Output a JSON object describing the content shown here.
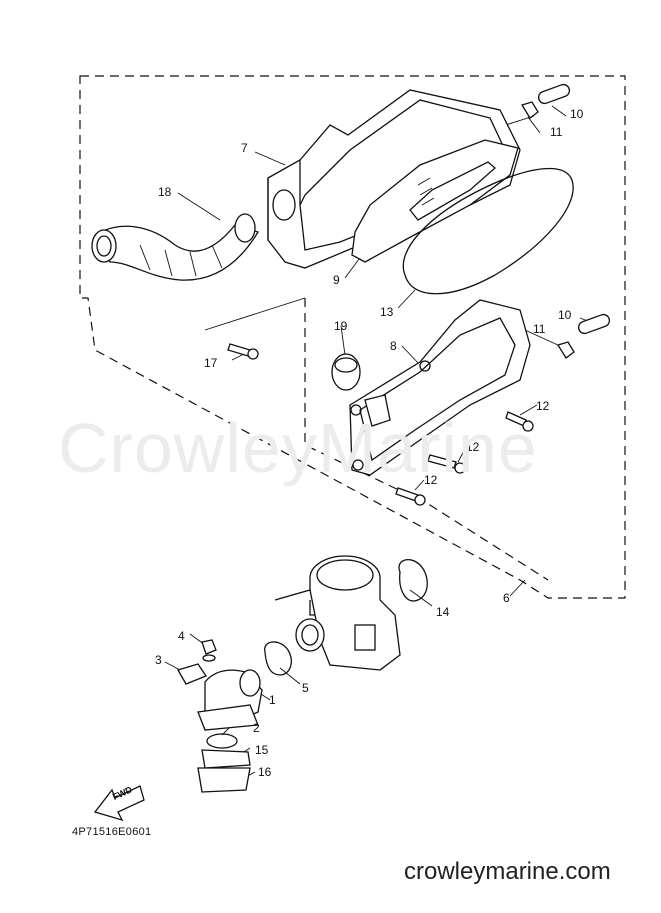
{
  "parts": [
    {
      "id": "p1",
      "label": "1"
    },
    {
      "id": "p2",
      "label": "2"
    },
    {
      "id": "p3",
      "label": "3"
    },
    {
      "id": "p4",
      "label": "4"
    },
    {
      "id": "p5",
      "label": "5"
    },
    {
      "id": "p6",
      "label": "6"
    },
    {
      "id": "p7",
      "label": "7"
    },
    {
      "id": "p8",
      "label": "8"
    },
    {
      "id": "p9",
      "label": "9"
    },
    {
      "id": "p10a",
      "label": "10"
    },
    {
      "id": "p10b",
      "label": "10"
    },
    {
      "id": "p11a",
      "label": "11"
    },
    {
      "id": "p11b",
      "label": "11"
    },
    {
      "id": "p12a",
      "label": "12"
    },
    {
      "id": "p12b",
      "label": "12"
    },
    {
      "id": "p12c",
      "label": "12"
    },
    {
      "id": "p13",
      "label": "13"
    },
    {
      "id": "p14",
      "label": "14"
    },
    {
      "id": "p15",
      "label": "15"
    },
    {
      "id": "p16",
      "label": "16"
    },
    {
      "id": "p17",
      "label": "17"
    },
    {
      "id": "p18",
      "label": "18"
    },
    {
      "id": "p19",
      "label": "19"
    }
  ],
  "diagram_code": "4P71516E0601",
  "fwd_label": "FWD",
  "watermark": "CrowleyMarine",
  "site_name": "crowleymarine.com"
}
